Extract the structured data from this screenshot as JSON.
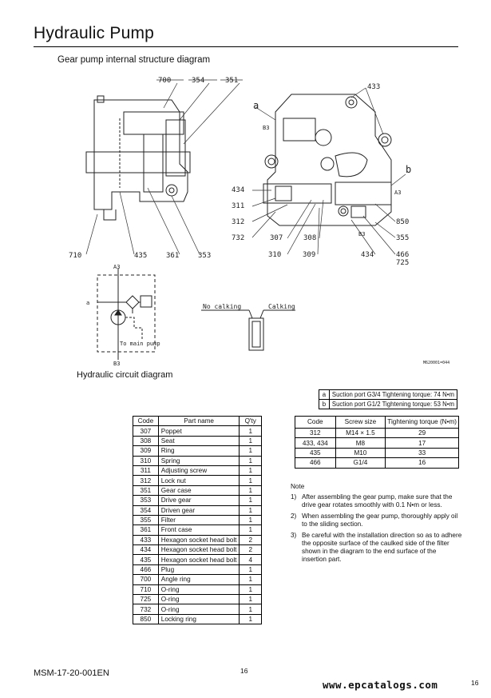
{
  "page": {
    "title": "Hydraulic Pump",
    "diagram_caption": "Gear pump internal structure diagram",
    "circuit_caption": "Hydraulic circuit diagram"
  },
  "diagram_labels": {
    "left": [
      "700",
      "354",
      "351",
      "710",
      "435",
      "361",
      "353"
    ],
    "right_top": [
      "433",
      "a",
      "B3",
      "b",
      "A3"
    ],
    "right_left": [
      "434",
      "311",
      "312",
      "732"
    ],
    "right_bottom": [
      "307",
      "308",
      "310",
      "309",
      "434",
      "466",
      "725",
      "850",
      "355",
      "B3"
    ],
    "figure_code": "M620001=044"
  },
  "circuit_labels": {
    "a_port": "A3",
    "a_sub": "a",
    "b_port": "B3",
    "to_main_pump": "To main pump",
    "no_calking": "No calking",
    "calking": "Calking"
  },
  "parts_table": {
    "headers": [
      "Code",
      "Part name",
      "Q'ty"
    ],
    "rows": [
      [
        "307",
        "Poppet",
        "1"
      ],
      [
        "308",
        "Seat",
        "1"
      ],
      [
        "309",
        "Ring",
        "1"
      ],
      [
        "310",
        "Spring",
        "1"
      ],
      [
        "311",
        "Adjusting screw",
        "1"
      ],
      [
        "312",
        "Lock nut",
        "1"
      ],
      [
        "351",
        "Gear case",
        "1"
      ],
      [
        "353",
        "Drive gear",
        "1"
      ],
      [
        "354",
        "Driven gear",
        "1"
      ],
      [
        "355",
        "Filter",
        "1"
      ],
      [
        "361",
        "Front case",
        "1"
      ],
      [
        "433",
        "Hexagon socket head bolt",
        "2"
      ],
      [
        "434",
        "Hexagon socket head bolt",
        "2"
      ],
      [
        "435",
        "Hexagon socket head bolt",
        "4"
      ],
      [
        "466",
        "Plug",
        "1"
      ],
      [
        "700",
        "Angle ring",
        "1"
      ],
      [
        "710",
        "O-ring",
        "1"
      ],
      [
        "725",
        "O-ring",
        "1"
      ],
      [
        "732",
        "O-ring",
        "1"
      ],
      [
        "850",
        "Locking ring",
        "1"
      ]
    ]
  },
  "port_table": {
    "rows": [
      [
        "a",
        "Suction port G3/4 Tightening torque: 74 N•m"
      ],
      [
        "b",
        "Suction port G1/2 Tightening torque: 53 N•m"
      ]
    ]
  },
  "torque_table": {
    "headers": [
      "Code",
      "Screw size",
      "Tightening torque (N•m)"
    ],
    "rows": [
      [
        "312",
        "M14 × 1.5",
        "29"
      ],
      [
        "433, 434",
        "M8",
        "17"
      ],
      [
        "435",
        "M10",
        "33"
      ],
      [
        "466",
        "G1/4",
        "16"
      ]
    ]
  },
  "notes": {
    "title": "Note",
    "items": [
      {
        "num": "1)",
        "text": "After assembling the gear pump, make sure that the drive gear rotates smoothly with 0.1 N•m or less."
      },
      {
        "num": "2)",
        "text": "When assembling the gear pump, thoroughly apply oil to the sliding section."
      },
      {
        "num": "3)",
        "text": "Be careful with the installation direction so as to adhere the opposite surface of the caulked side of the filter shown in the diagram to the end surface of the insertion part."
      }
    ]
  },
  "footer": {
    "doc_code": "MSM-17-20-001EN",
    "page_number": "16",
    "site": "www.epcatalogs.com",
    "page_number_right": "16"
  }
}
